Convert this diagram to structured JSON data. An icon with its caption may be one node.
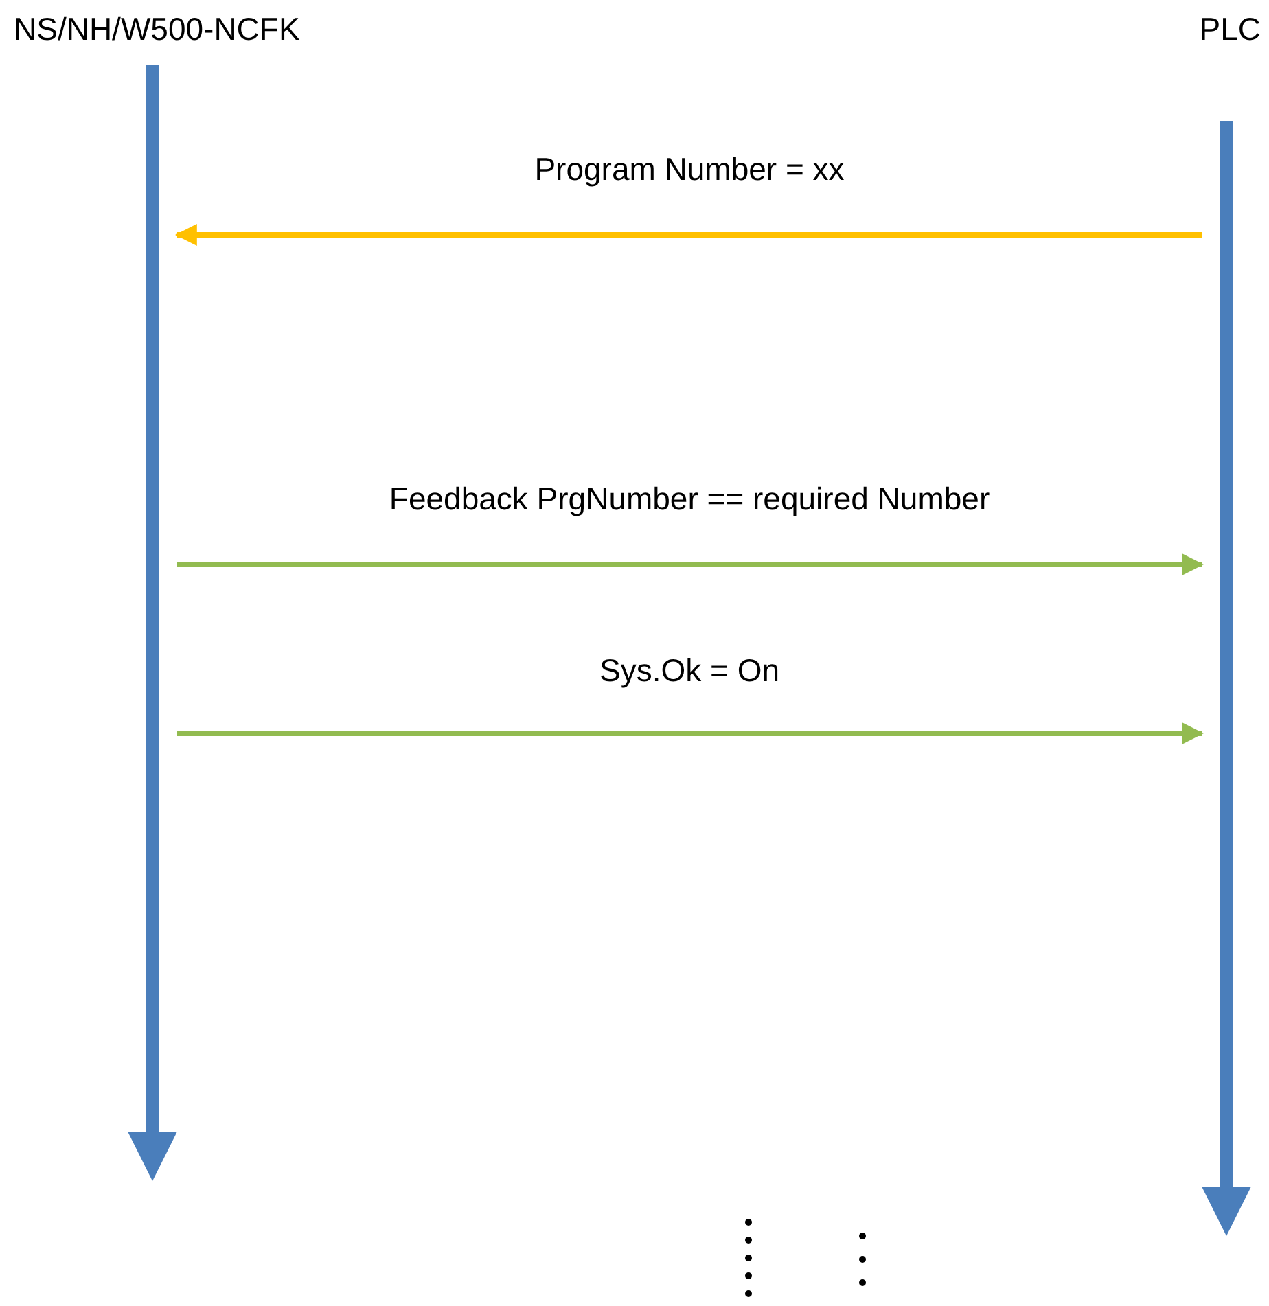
{
  "diagram": {
    "nodes": [
      {
        "text": [
          "NS/NH/W500-NCFK"
        ]
      },
      {
        "text": [
          "PLC"
        ]
      }
    ],
    "edges": [
      {
        "from": 1,
        "to": 0,
        "arrow": "to",
        "label": "Program Number = xx",
        "color": "#ffc000"
      },
      {
        "from": 0,
        "to": 1,
        "arrow": "to",
        "label": "Feedback PrgNumber == required Number",
        "color": "#92bb50"
      },
      {
        "from": 0,
        "to": 1,
        "arrow": "to",
        "label": "Sys.Ok = On",
        "color": "#92bb50"
      }
    ]
  }
}
